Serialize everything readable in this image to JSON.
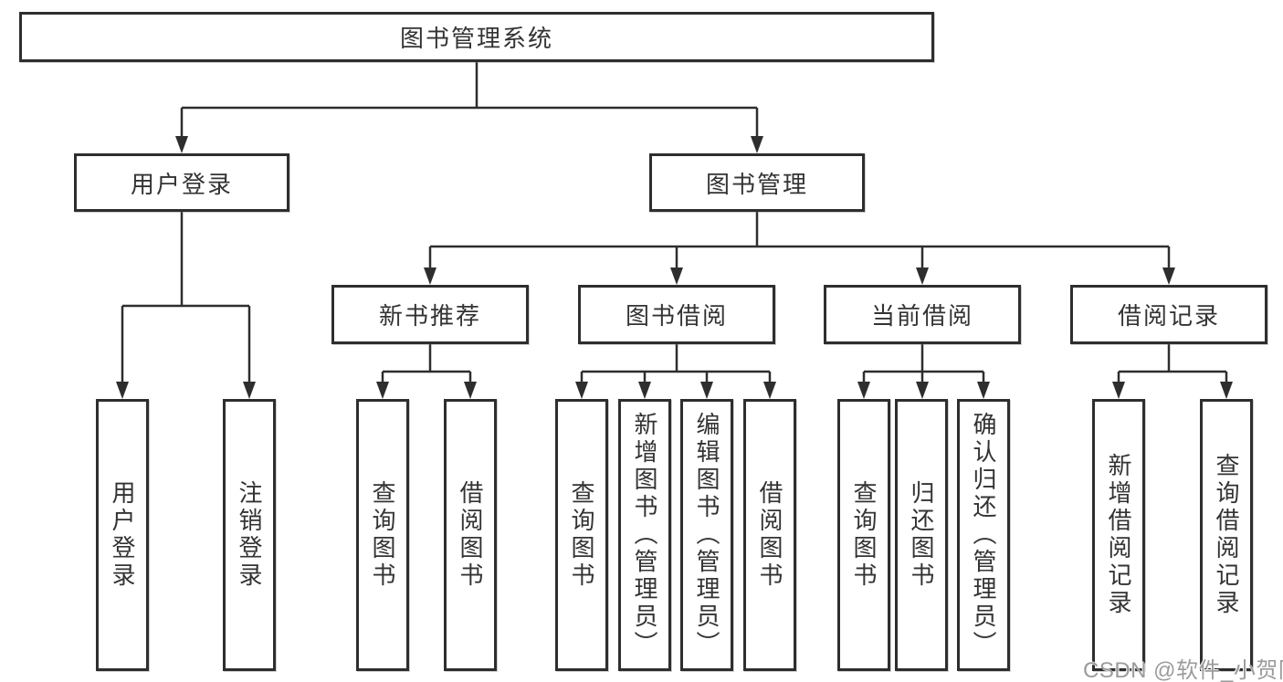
{
  "watermark": "CSDN @软件_小贺同学",
  "colors": {
    "line": "#2e2e2e",
    "text": "#333333",
    "watermark_text": "#9b9b9b",
    "background": "#ffffff"
  },
  "tree": {
    "root": {
      "label": "图书管理系统"
    },
    "children": [
      {
        "label": "用户登录",
        "children": [
          {
            "label": "用户登录"
          },
          {
            "label": "注销登录"
          }
        ]
      },
      {
        "label": "图书管理",
        "children": [
          {
            "label": "新书推荐",
            "children": [
              {
                "label": "查询图书"
              },
              {
                "label": "借阅图书"
              }
            ]
          },
          {
            "label": "图书借阅",
            "children": [
              {
                "label": "查询图书"
              },
              {
                "label": "新增图书（管理员）"
              },
              {
                "label": "编辑图书（管理员）"
              },
              {
                "label": "借阅图书"
              }
            ]
          },
          {
            "label": "当前借阅",
            "children": [
              {
                "label": "查询图书"
              },
              {
                "label": "归还图书"
              },
              {
                "label": "确认归还（管理员）"
              }
            ]
          },
          {
            "label": "借阅记录",
            "children": [
              {
                "label": "新增借阅记录"
              },
              {
                "label": "查询借阅记录"
              }
            ]
          }
        ]
      }
    ]
  }
}
